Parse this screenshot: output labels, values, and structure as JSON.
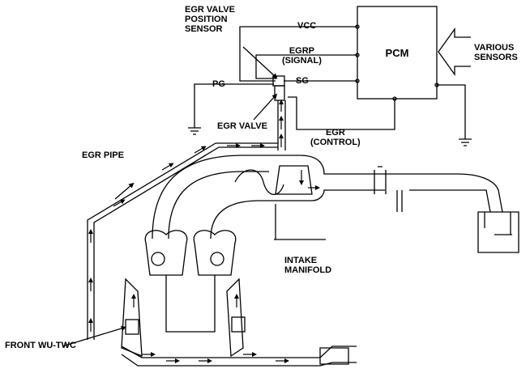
{
  "labels": {
    "egr_valve_position_sensor": [
      "EGR VALVE",
      "POSITION",
      "SENSOR"
    ],
    "vcc": "VCC",
    "egrp": [
      "EGRP",
      "(SIGNAL)"
    ],
    "sg": "SG",
    "pg": "PG",
    "pcm": "PCM",
    "various_sensors": [
      "VARIOUS",
      "SENSORS"
    ],
    "egr_valve": "EGR VALVE",
    "egr_control": [
      "EGR",
      "(CONTROL)"
    ],
    "egr_pipe": "EGR PIPE",
    "intake_manifold": [
      "INTAKE",
      "MANIFOLD"
    ],
    "front_wu_twc": "FRONT WU-TWC"
  }
}
